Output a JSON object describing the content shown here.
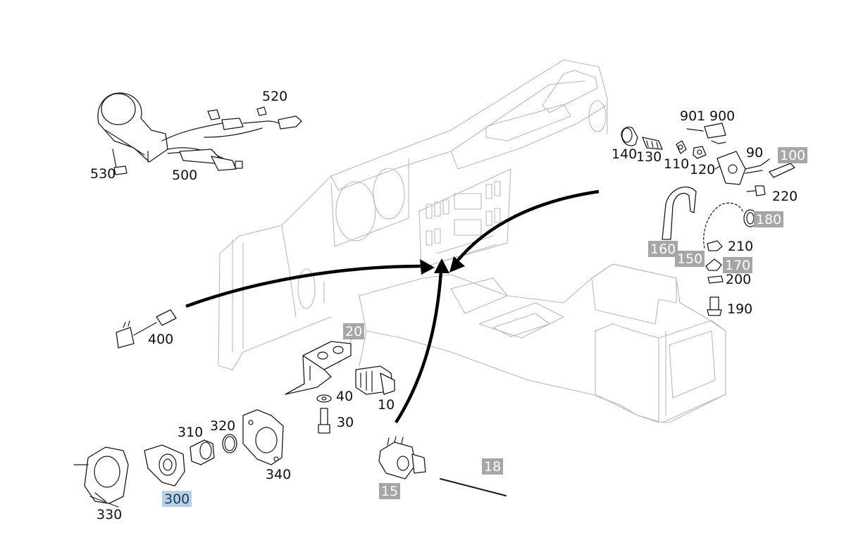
{
  "colors": {
    "highlight_box": "#a6a6a6",
    "selected_box": "#b9cfe4",
    "sketch": "#b9b9b9",
    "ink": "#1a1a1a"
  },
  "callouts": {
    "c520": "520",
    "c530": "530",
    "c500": "500",
    "c901": "901",
    "c900": "900",
    "c140": "140",
    "c130": "130",
    "c110": "110",
    "c120": "120",
    "c90": "90",
    "c100": "100",
    "c220": "220",
    "c180": "180",
    "c160": "160",
    "c150": "150",
    "c210": "210",
    "c170": "170",
    "c200": "200",
    "c190": "190",
    "c400": "400",
    "c20": "20",
    "c40": "40",
    "c10": "10",
    "c30": "30",
    "c310": "310",
    "c320": "320",
    "c340": "340",
    "c330": "330",
    "c300": "300",
    "c15": "15",
    "c18": "18"
  }
}
